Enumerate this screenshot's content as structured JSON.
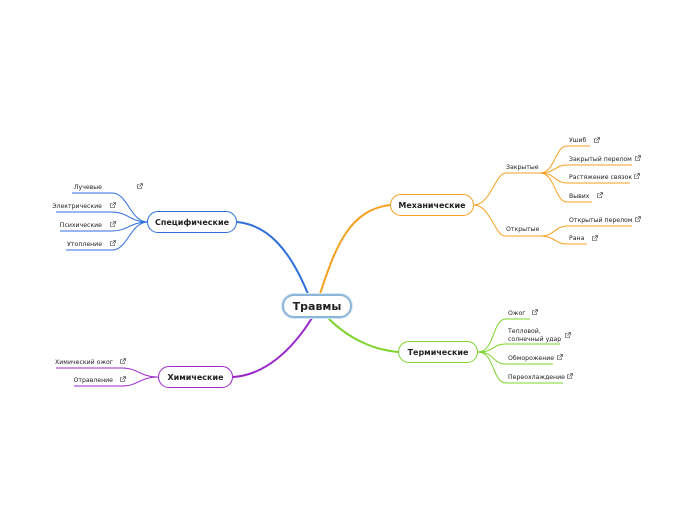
{
  "central": "Травмы",
  "branches": {
    "mech": {
      "label": "Механические",
      "color": "#f4a021",
      "groups": {
        "closed": {
          "label": "Закрытые",
          "items": [
            "Ушиб",
            "Закрытый перелом",
            "Растяжение связок",
            "Вывих"
          ]
        },
        "open": {
          "label": "Открытые",
          "items": [
            "Открытый перелом",
            "Рана"
          ]
        }
      }
    },
    "spec": {
      "label": "Специфические",
      "color": "#2f6fdc",
      "items": [
        "Лучевые",
        "Электрические",
        "Психические",
        "Утопление"
      ]
    },
    "therm": {
      "label": "Термические",
      "color": "#7ed32c",
      "items": [
        "Ожог",
        "Тепловой,",
        "солнечный удар",
        "Обморожение",
        "Переохлаждение"
      ]
    },
    "chem": {
      "label": "Химические",
      "color": "#9b27c9",
      "items": [
        "Химический ожог",
        "Отравление"
      ]
    }
  }
}
